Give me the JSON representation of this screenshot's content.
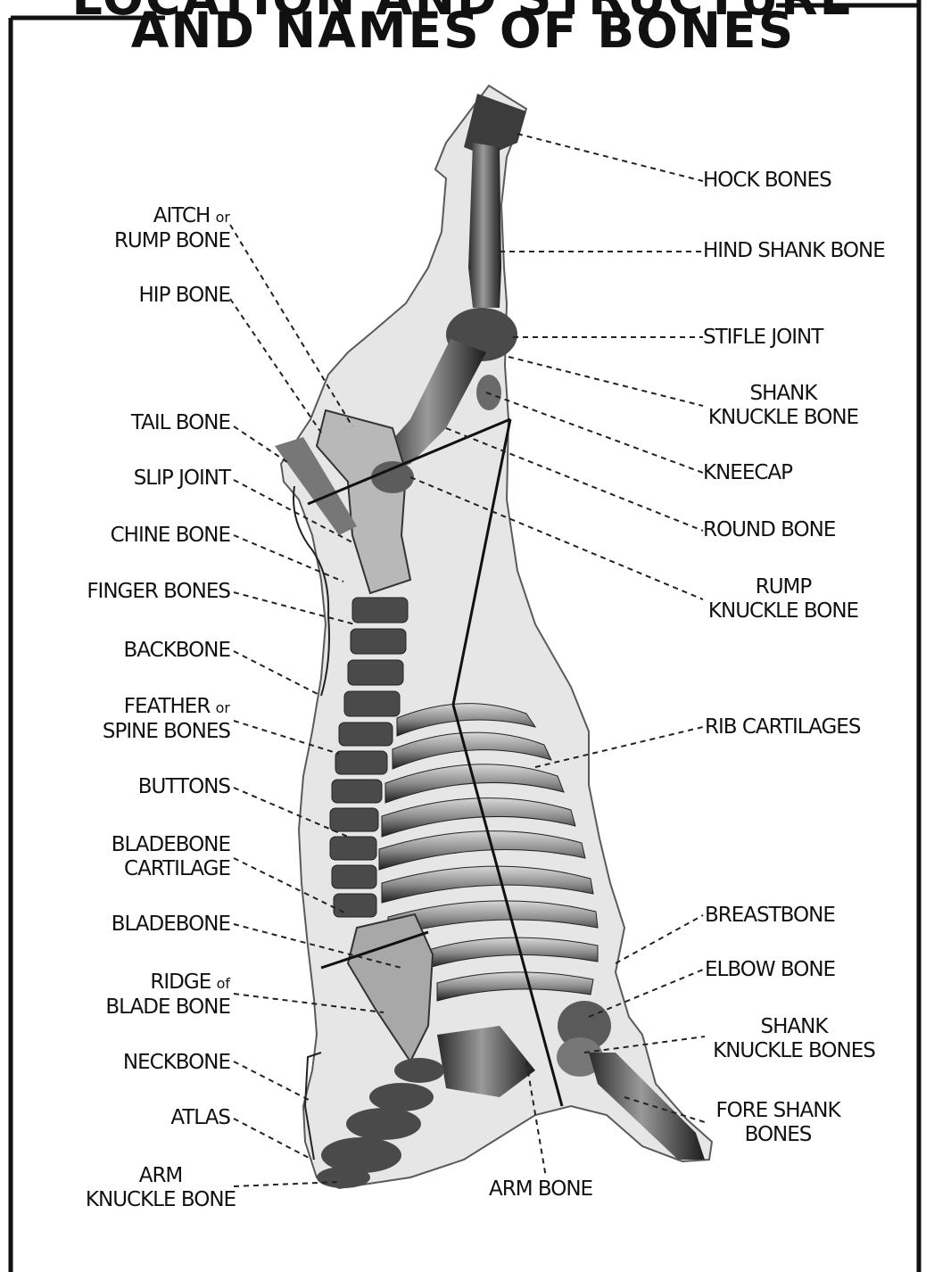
{
  "title": {
    "line1": "LOCATION AND STRUCTURE",
    "line2": "AND NAMES OF BONES"
  },
  "labels": {
    "left": {
      "aitch_1": "AITCH",
      "aitch_or": "or",
      "aitch_2": "RUMP BONE",
      "hip": "HIP BONE",
      "tail": "TAIL BONE",
      "slip": "SLIP JOINT",
      "chine": "CHINE BONE",
      "finger": "FINGER BONES",
      "backbone": "BACKBONE",
      "feather_1": "FEATHER",
      "feather_or": "or",
      "feather_2": "SPINE BONES",
      "buttons": "BUTTONS",
      "bladecart_1": "BLADEBONE",
      "bladecart_2": "CARTILAGE",
      "bladebone": "BLADEBONE",
      "ridge_1": "RIDGE",
      "ridge_of": "of",
      "ridge_2": "BLADE BONE",
      "neckbone": "NECKBONE",
      "atlas": "ATLAS",
      "armknuckle_1": "ARM",
      "armknuckle_2": "KNUCKLE BONE"
    },
    "right": {
      "hock": "HOCK BONES",
      "hindshank": "HIND SHANK BONE",
      "stifle": "STIFLE JOINT",
      "shankknuckle_1": "SHANK",
      "shankknuckle_2": "KNUCKLE BONE",
      "kneecap": "KNEECAP",
      "round": "ROUND BONE",
      "rumpknuckle_1": "RUMP",
      "rumpknuckle_2": "KNUCKLE BONE",
      "ribcart": "RIB CARTILAGES",
      "breastbone": "BREASTBONE",
      "elbow": "ELBOW BONE",
      "shankknuckles_1": "SHANK",
      "shankknuckles_2": "KNUCKLE BONES",
      "foreshank_1": "FORE SHANK",
      "foreshank_2": "BONES"
    },
    "bottom": {
      "arm": "ARM BONE"
    }
  }
}
